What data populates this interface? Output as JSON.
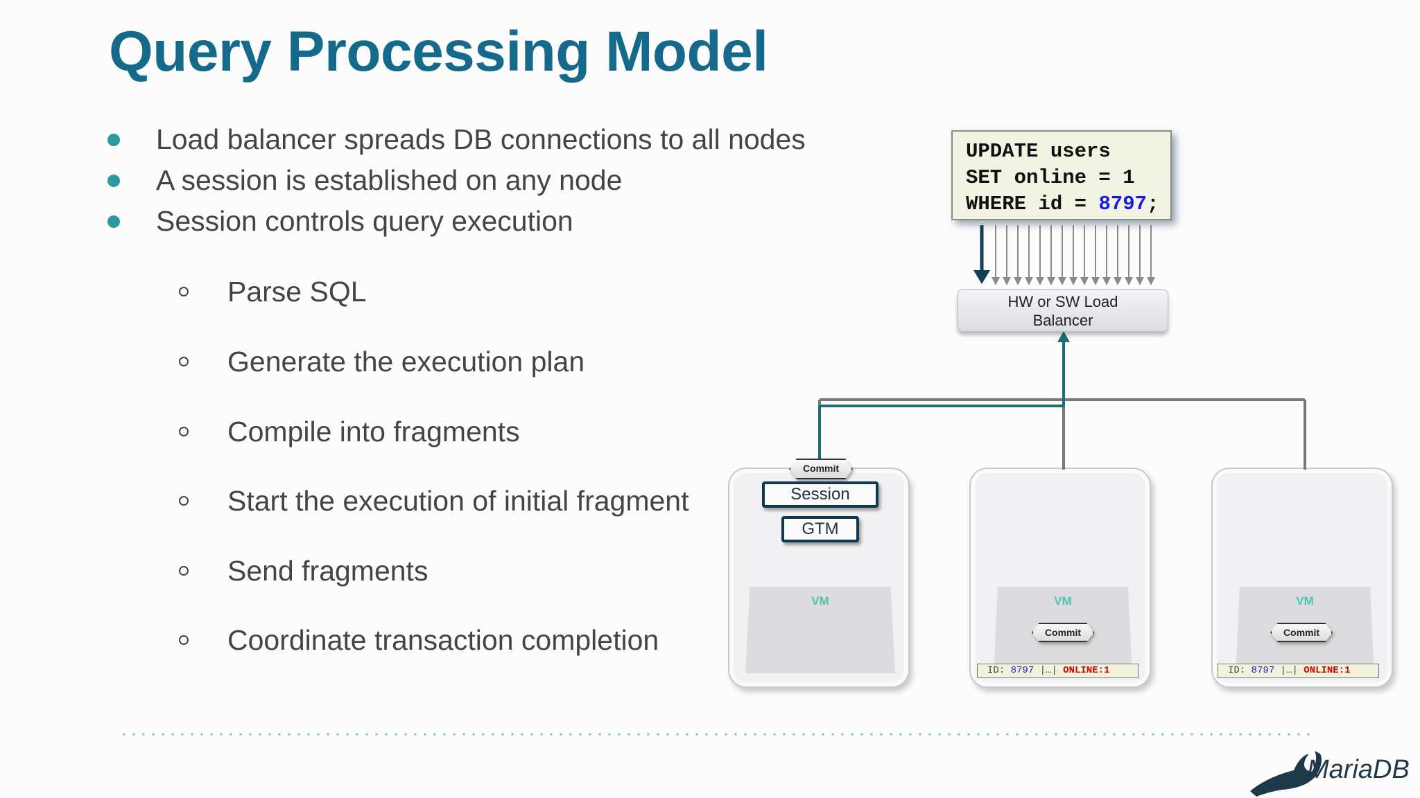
{
  "title": "Query Processing Model",
  "bullets": [
    "Load balancer spreads DB connections to all nodes",
    "A session is established on any node",
    "Session controls query execution"
  ],
  "sub_bullets": [
    "Parse SQL",
    "Generate the execution plan",
    "Compile into fragments",
    "Start the execution of initial fragment",
    "Send fragments",
    "Coordinate transaction completion"
  ],
  "diagram": {
    "sql": {
      "line1": "UPDATE users",
      "line2": "SET online = 1",
      "line3_prefix": "WHERE id = ",
      "line3_value": "8797",
      "line3_suffix": ";"
    },
    "load_balancer": {
      "line1": "HW or SW Load",
      "line2": "Balancer"
    },
    "nodes": [
      {
        "commit_top": "Commit",
        "session": "Session",
        "gtm": "GTM",
        "vm": "VM"
      },
      {
        "vm": "VM",
        "commit": "Commit",
        "row_id_label": "ID:",
        "row_id": "8797",
        "row_sep": "|…|",
        "row_online": "ONLINE:1"
      },
      {
        "vm": "VM",
        "commit": "Commit",
        "row_id_label": "ID:",
        "row_id": "8797",
        "row_sep": "|…|",
        "row_online": "ONLINE:1"
      }
    ],
    "colors": {
      "active_path": "#1e6e74",
      "idle_path": "#6b6b6b",
      "accent": "#156a8c"
    }
  },
  "logo": {
    "text": "MariaDB",
    "icon": "seal-icon"
  }
}
